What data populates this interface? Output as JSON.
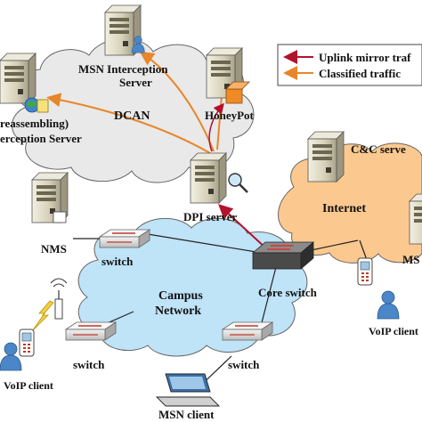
{
  "colors": {
    "uplink": "#b3122b",
    "classified": "#e8862a",
    "cloud_dcan": "#e9e9e9",
    "cloud_campus": "#bfe3f7",
    "cloud_internet": "#fbc98f",
    "server": "#d9d4bf",
    "switch": "#e2e2e2",
    "core_switch": "#4a4a4a"
  },
  "legend": {
    "uplink_label": "Uplink mirror traf",
    "classified_label": "Classified traffic"
  },
  "clouds": {
    "dcan_label": "DCAN",
    "campus_label_line1": "Campus",
    "campus_label_line2": "Network",
    "internet_label": "Internet"
  },
  "nodes": {
    "msn_server_line1": "MSN Interception",
    "msn_server_line2": "Server",
    "reassembling_line1": "reassembling)",
    "reassembling_line2": "erception Server",
    "honeypot": "HoneyPot",
    "dpi_server": "DPI server",
    "cc_server": "C&C serve",
    "ms_partial": "MS",
    "nms": "NMS",
    "switch_top": "switch",
    "core_switch": "Core switch",
    "switch_left": "switch",
    "switch_right": "switch",
    "voip_left": "VoIP client",
    "voip_right": "VoIP client",
    "msn_client": "MSN client"
  },
  "icons": {
    "server": "server-tower-icon",
    "switch": "network-switch-icon",
    "phone": "mobile-phone-icon",
    "laptop": "laptop-icon",
    "user": "person-icon",
    "globe": "globe-icon",
    "magnifier": "magnifier-icon",
    "wireless": "wireless-access-point-icon",
    "lightning": "lightning-icon"
  }
}
